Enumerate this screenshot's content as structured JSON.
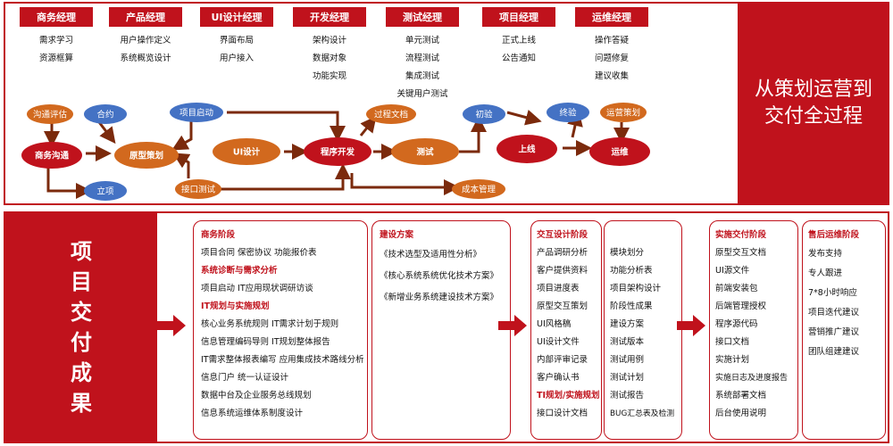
{
  "top": {
    "title": "从策划运营到\n交付全过程",
    "roles": [
      {
        "name": "商务经理",
        "tasks": [
          "需求学习",
          "资源框算"
        ]
      },
      {
        "name": "产品经理",
        "tasks": [
          "用户操作定义",
          "系统概览设计"
        ]
      },
      {
        "name": "UI设计经理",
        "tasks": [
          "界面布局",
          "用户接入"
        ]
      },
      {
        "name": "开发经理",
        "tasks": [
          "架构设计",
          "数据对象",
          "功能实现"
        ]
      },
      {
        "name": "测试经理",
        "tasks": [
          "单元测试",
          "流程测试",
          "集成测试",
          "关键用户测试"
        ]
      },
      {
        "name": "项目经理",
        "tasks": [
          "正式上线",
          "公告通知"
        ]
      },
      {
        "name": "运维经理",
        "tasks": [
          "操作答疑",
          "问题修复",
          "建议收集"
        ]
      }
    ],
    "flow_nodes": {
      "goutongpinggu": "沟通评估",
      "shangwugoutong": "商务沟通",
      "liixiang": "立项",
      "heyue": "合约",
      "yuanxingcehua": "原型策划",
      "xiangmuqidong": "项目启动",
      "uisheji": "UI设计",
      "jiekouceshi": "接口测试",
      "chengxukaifa": "程序开发",
      "guochengwendang": "过程文档",
      "ceshi": "测试",
      "chengbenguanli": "成本管理",
      "chuyan": "初验",
      "shangxian": "上线",
      "zhongyan": "终验",
      "yunyingcehua": "运营策划",
      "yunwei": "运维"
    },
    "colors": {
      "red": "#c0121c",
      "orange": "#d2691e",
      "blue": "#4472c4"
    }
  },
  "bottom": {
    "title": "项\n目\n交\n付\n成\n果",
    "box1": {
      "sections": [
        {
          "heading": "商务阶段",
          "items": [
            "项目合同  保密协议  功能报价表"
          ]
        },
        {
          "heading": "系统诊断与需求分析",
          "items": [
            "项目启动  IT应用现状调研访谈"
          ]
        },
        {
          "heading": "IT规划与实施规划",
          "items": [
            "核心业务系统规则  IT需求计划于规则",
            "信息管理编码导则  IT规划整体报告",
            "IT需求整体报表编写 应用集成技术路线分析",
            "信息门户  统一认证设计",
            "数据中台及企业服务总线规划",
            "信息系统运维体系制度设计"
          ]
        }
      ]
    },
    "box2": {
      "heading": "建设方案",
      "items": [
        "《技术选型及适用性分析》",
        "《核心系统系统优化技术方案》",
        "《新增业务系统建设技术方案》"
      ]
    },
    "box3": {
      "heading": "交互设计阶段",
      "items": [
        "产品调研分析",
        "客户提供资料",
        "项目进度表",
        "原型交互策划",
        "UI风格稿",
        "UI设计文件",
        "内部评审记录",
        "客户确认书"
      ],
      "heading2": "TI规划/实施规划",
      "items2": [
        "接口设计文档"
      ]
    },
    "box4": {
      "items": [
        "模块划分",
        "功能分析表",
        "项目架构设计",
        "阶段性成果",
        "建设方案",
        "测试版本",
        "测试用例",
        "测试计划",
        "测试报告",
        "BUG汇总表及检测"
      ]
    },
    "box5": {
      "heading": "实施交付阶段",
      "items": [
        "原型交互文档",
        "UI源文件",
        "前端安装包",
        "后端管理授权",
        "程序源代码",
        "接口文档",
        "实施计划",
        "实施日志及进度报告",
        "系统部署文档",
        "后台使用说明"
      ]
    },
    "box6": {
      "heading": "售后运维阶段",
      "items": [
        "发布支持",
        "专人跟进",
        "7*8小时响应",
        "项目迭代建议",
        "营销推广建议",
        "团队组建建议"
      ]
    }
  }
}
